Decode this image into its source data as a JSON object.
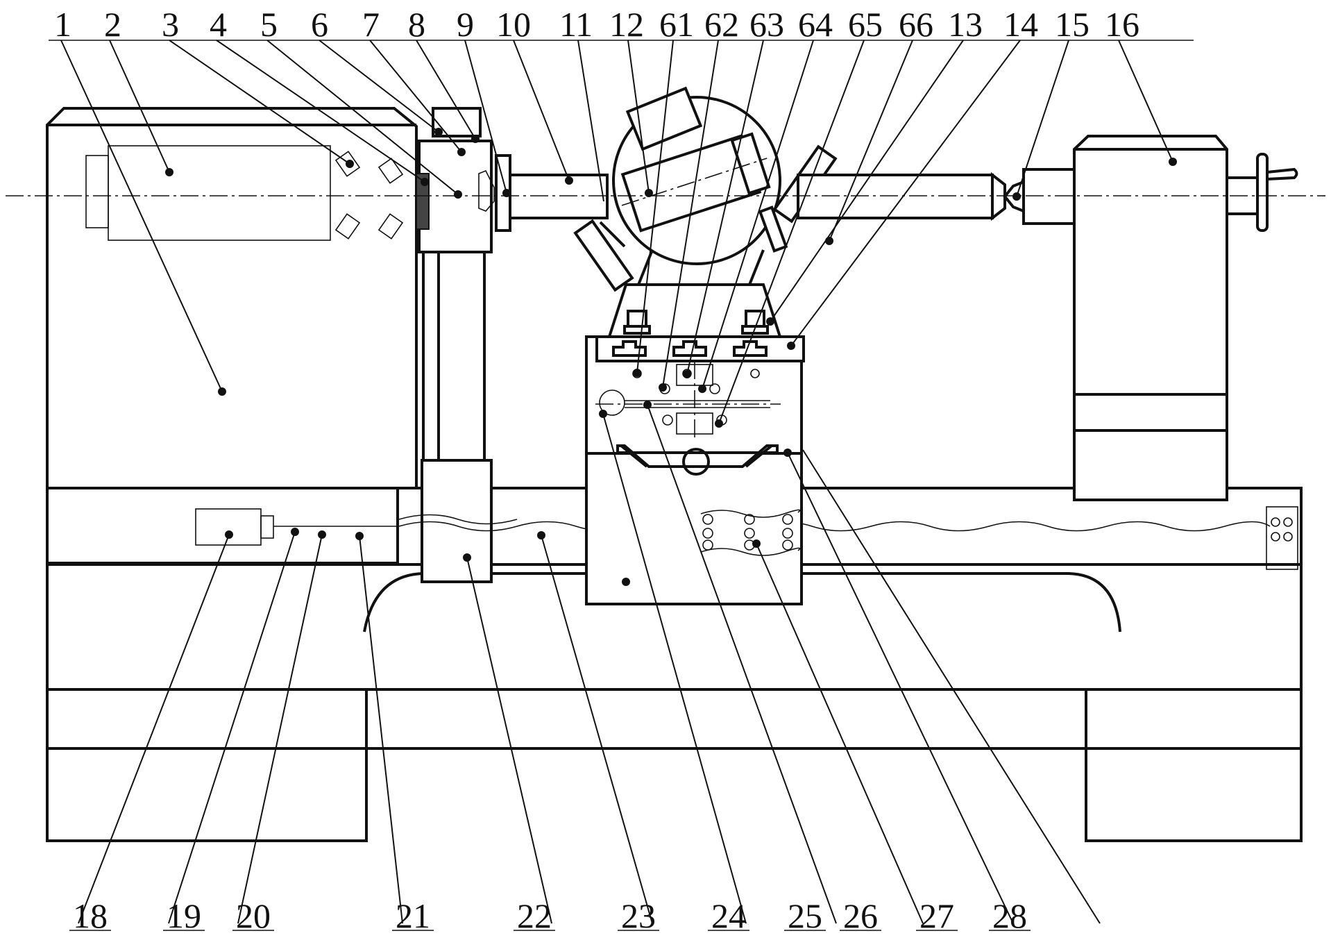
{
  "figure": {
    "top_labels": [
      "1",
      "2",
      "3",
      "4",
      "5",
      "6",
      "7",
      "8",
      "9",
      "10",
      "11",
      "12",
      "61",
      "62",
      "63",
      "64",
      "65",
      "66",
      "13",
      "14",
      "15",
      "16"
    ],
    "bottom_labels": [
      "18",
      "19",
      "20",
      "21",
      "22",
      "23",
      "24",
      "25",
      "26",
      "27",
      "28"
    ]
  }
}
